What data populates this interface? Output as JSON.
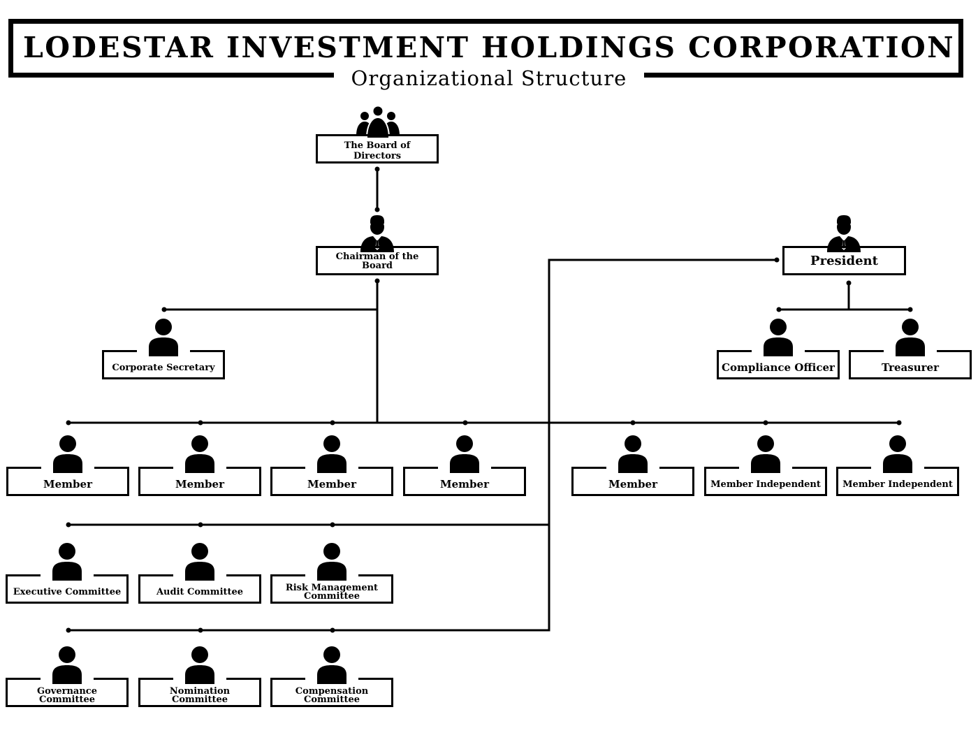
{
  "header": {
    "title": "LODESTAR INVESTMENT HOLDINGS CORPORATION",
    "subtitle": "Organizational Structure"
  },
  "nodes": {
    "board": "The Board of Directors",
    "chairman": "Chairman of the Board",
    "president": "President",
    "corporate_secretary": "Corporate Secretary",
    "compliance_officer": "Compliance Officer",
    "treasurer": "Treasurer",
    "member_1": "Member",
    "member_2": "Member",
    "member_3": "Member",
    "member_4": "Member",
    "member_5": "Member",
    "member_independent_1": "Member Independent",
    "member_independent_2": "Member Independent",
    "executive_committee": "Executive Committee",
    "audit_committee": "Audit Committee",
    "risk_management_committee": "Risk Management Committee",
    "governance_committee": "Governance Committee",
    "nomination_committee": "Nomination Committee",
    "compensation_committee": "Compensation Committee"
  },
  "icons": {
    "board": "group-icon",
    "executive": "businessman-icon",
    "person": "person-icon"
  }
}
